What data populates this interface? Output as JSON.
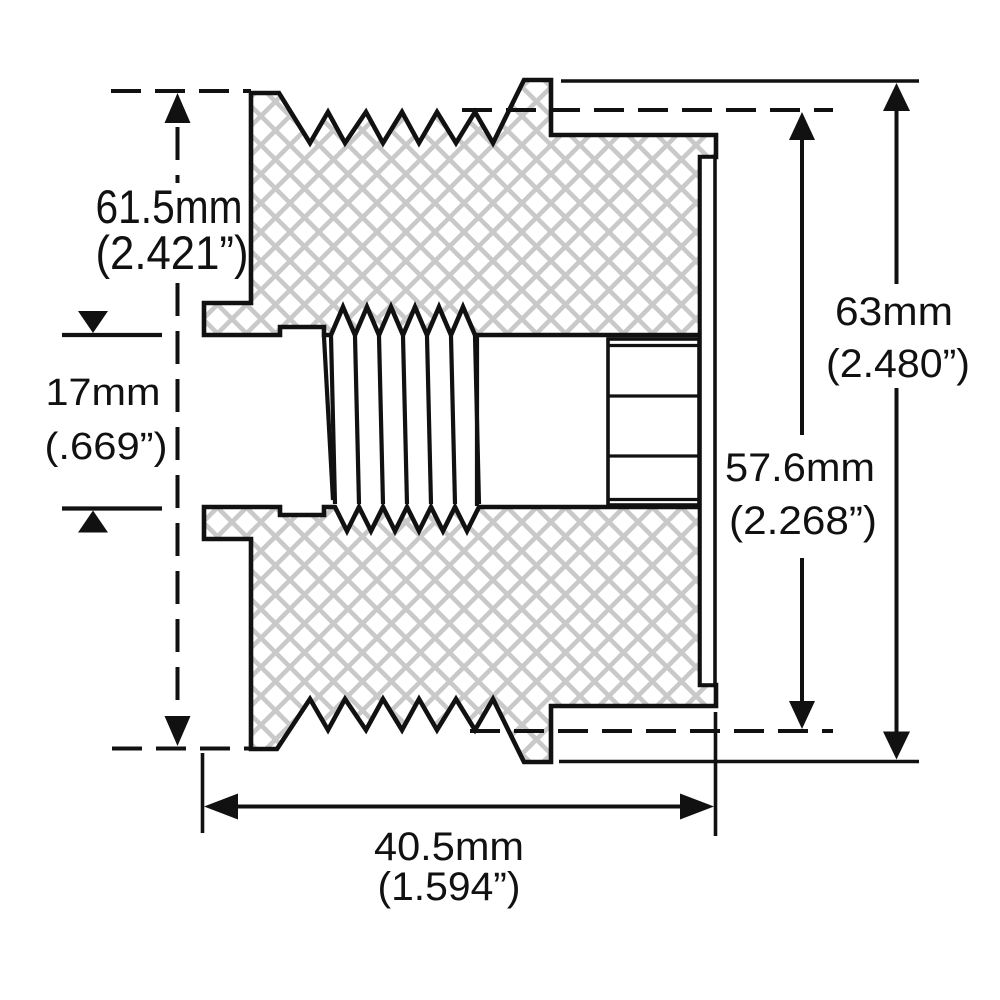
{
  "page": {
    "background": "#ffffff",
    "description": "Technical cross-section dimension drawing of a grooved clutch pulley with threaded bore"
  },
  "diagram": {
    "type": "technical-dimension-drawing",
    "colors": {
      "line": "#111111",
      "hatch": "#cbcbcb",
      "background": "#ffffff",
      "text": "#111111"
    },
    "dimensions": {
      "left_height": {
        "mm": "61.5mm",
        "inches": "(2.421”)"
      },
      "bore_diameter": {
        "mm": "17mm",
        "inches": "(.669”)"
      },
      "overall_height": {
        "mm": "63mm",
        "inches": "(2.480”)"
      },
      "inner_height": {
        "mm": "57.6mm",
        "inches": "(2.268”)"
      },
      "width": {
        "mm": "40.5mm",
        "inches": "(1.594”)"
      }
    }
  }
}
